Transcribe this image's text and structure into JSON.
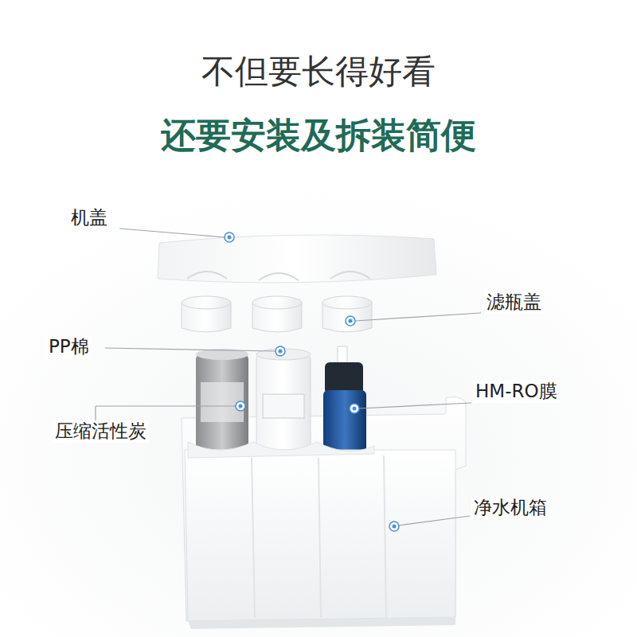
{
  "diagram": {
    "title": "不但要长得好看",
    "labels": [
      "还要安装及拆装简便",
      "机盖",
      "滤瓶盖",
      "PP棉",
      "HM-RO膜",
      "压缩活性炭",
      "净水机箱"
    ]
  }
}
